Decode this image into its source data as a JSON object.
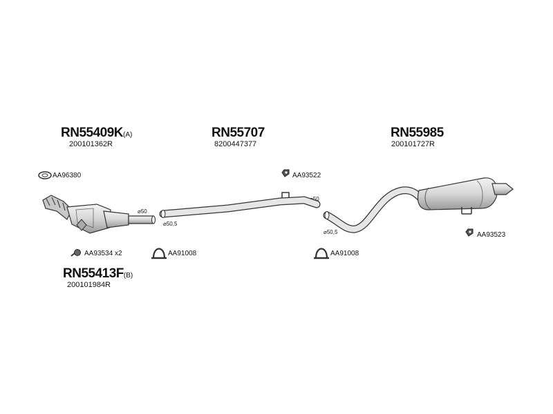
{
  "parts": {
    "front_pipe": {
      "code": "RN55409K",
      "variant": "(A)",
      "oe": "200101362R"
    },
    "middle_pipe": {
      "code": "RN55707",
      "oe": "8200447377"
    },
    "rear_silencer": {
      "code": "RN55985",
      "oe": "200101727R"
    },
    "catalyst": {
      "code": "RN55413F",
      "variant": "(B)",
      "oe": "200101984R"
    }
  },
  "accessories": {
    "gasket": "AA96380",
    "bolts": "AA93534",
    "bolts_qty": "x2",
    "clamp_1": "AA91008",
    "clamp_2": "AA91008",
    "hanger_1": "AA93522",
    "hanger_2": "AA93523"
  },
  "diameters": {
    "cat_outlet": "⌀50",
    "middle_inlet": "⌀50,5",
    "middle_outlet": "⌀50",
    "rear_inlet": "⌀50,5"
  }
}
